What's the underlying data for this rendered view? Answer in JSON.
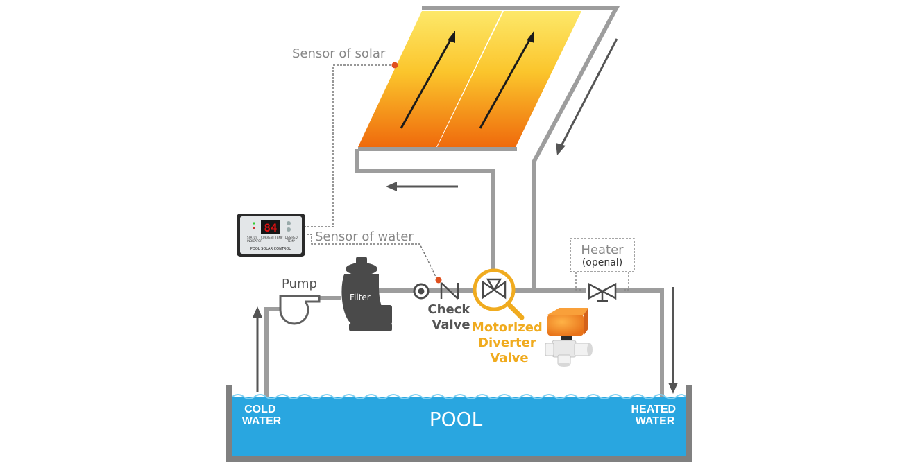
{
  "labels": {
    "sensor_solar": "Sensor of solar",
    "sensor_water": "Sensor of water",
    "pump": "Pump",
    "filter": "Filter",
    "check_valve": [
      "Check",
      "Valve"
    ],
    "motorized_valve": [
      "Motorized",
      "Diverter",
      "Valve"
    ],
    "heater": "Heater",
    "heater_note": "(openal)",
    "cold_water": [
      "COLD",
      "WATER"
    ],
    "heated_water": [
      "HEATED",
      "WATER"
    ],
    "pool": "POOL"
  },
  "controller": {
    "display": "84",
    "caption_status": [
      "STATUS",
      "INDICATOR"
    ],
    "caption_current": "CURRENT TEMP",
    "caption_desired": [
      "DESIRED",
      "TEMP"
    ],
    "caption_brand": "POOL SOLAR CONTROL"
  },
  "colors": {
    "pipe": "#9d9d9d",
    "arrow": "#555555",
    "label": "#888888",
    "accent": "#f0ab1f",
    "sensor_dot": "#e0501e",
    "pool": "#29a6e0",
    "pool_wall": "#808080",
    "display_digits": "#e01010"
  }
}
